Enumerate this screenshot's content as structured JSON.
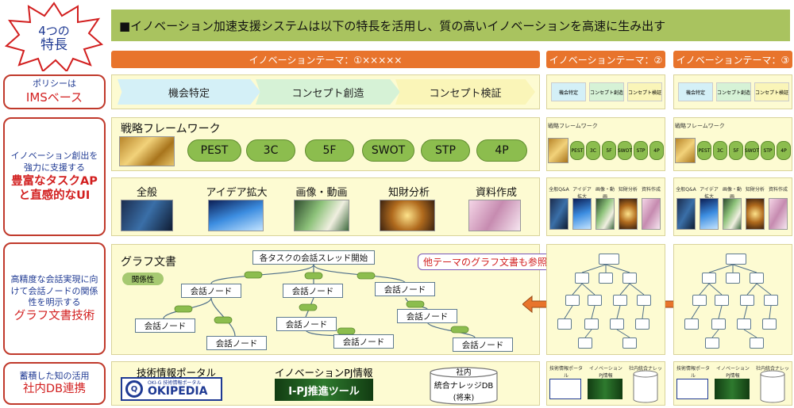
{
  "badge": {
    "line1": "4つの",
    "line2": "特長"
  },
  "banner": "■イノベーション加速支援システムは以下の特長を活用し、質の高いイノベーションを高速に生み出す",
  "themes": [
    "イノベーションテーマ：①×××××",
    "イノベーションテーマ：②",
    "イノベーションテーマ：③"
  ],
  "left": {
    "policy": {
      "small": "ポリシーは",
      "big": "IMSベース"
    },
    "tasks": {
      "small": "イノベーション創出を強力に支援する",
      "big": "豊富なタスクAPと直感的なUI"
    },
    "graph": {
      "small": "高精度な会話実現に向けて会話ノードの関係性を明示する",
      "big": "グラフ文書技術"
    },
    "db": {
      "small": "蓄積した知の活用",
      "big": "社内DB連携"
    }
  },
  "phases": [
    "機会特定",
    "コンセプト創造",
    "コンセプト検証"
  ],
  "framework": {
    "title": "戦略フレームワーク",
    "items": [
      "PEST",
      "3C",
      "5F",
      "SWOT",
      "STP",
      "4P"
    ]
  },
  "categories": [
    "全般",
    "アイデア拡大",
    "画像・動画",
    "知財分析",
    "資料作成"
  ],
  "graph": {
    "title": "グラフ文書",
    "relation": "関係性",
    "root": "各タスクの会話スレッド開始",
    "node": "会話ノード",
    "callout": "他テーマのグラフ文書も参照可能"
  },
  "db": {
    "portal": "技術情報ポータル",
    "portal_logo": "OKIPEDIA",
    "portal_logo_sub": "OKI-G 技術情報ポータル",
    "pj": "イノベーションPJ情報",
    "pj_logo": "I-PJ推進ツール",
    "kb_line1": "社内",
    "kb_line2": "統合ナレッジDB",
    "kb_line3": "(将来)"
  },
  "small": {
    "framework": "戦略フレームワーク",
    "categories": [
      "全般Q&A",
      "アイデア拡大",
      "画像・動画",
      "知財分析",
      "資料作成"
    ],
    "db": [
      "技術情報ポータル",
      "イノベーションPJ情報",
      "社内統合ナレッジDB"
    ]
  },
  "colors": {
    "accent_orange": "#e8742c",
    "banner_green": "#a9c35f",
    "pill_green": "#8cbd4e",
    "label_red": "#d21f1f",
    "label_blue": "#1f3a93"
  }
}
